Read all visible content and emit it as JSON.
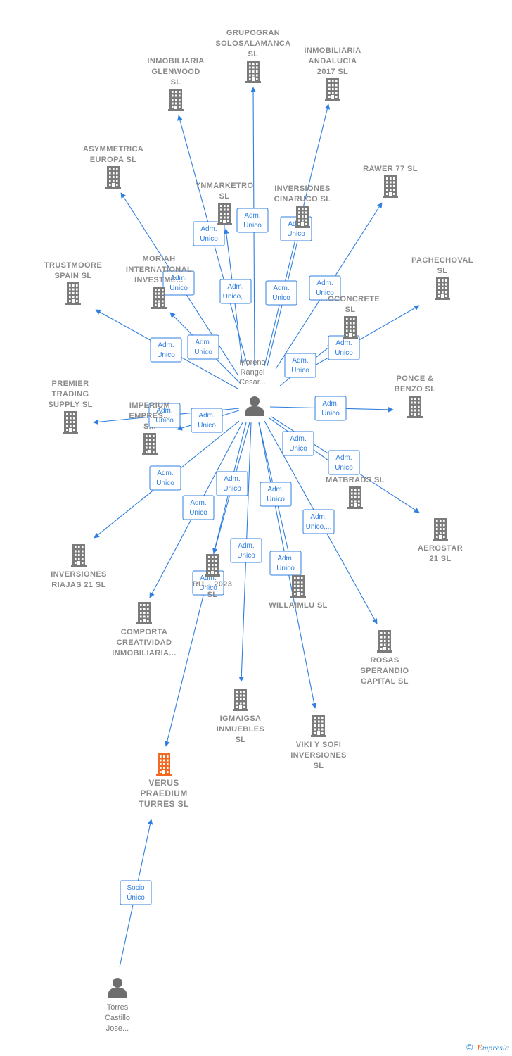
{
  "colors": {
    "edge": "#2f7fe0",
    "company": "#7b7b7b",
    "focus": "#f26a21",
    "person": "#6e6e6e",
    "label": "#8a8a8a"
  },
  "center": {
    "id": "moreno",
    "label_lines": [
      "Moreno",
      "Rangel",
      "Cesar..."
    ],
    "icon": "person-icon"
  },
  "companies": [
    {
      "id": "grupogran",
      "label_lines": [
        "GRUPOGRAN",
        "SOLOSALAMANCA",
        "SL"
      ]
    },
    {
      "id": "glenwood",
      "label_lines": [
        "INMOBILIARIA",
        "GLENWOOD",
        "SL"
      ]
    },
    {
      "id": "andalucia",
      "label_lines": [
        "INMOBILIARIA",
        "ANDALUCIA",
        "2017  SL"
      ]
    },
    {
      "id": "asymmetrica",
      "label_lines": [
        "ASYMMETRICA",
        "EUROPA  SL"
      ]
    },
    {
      "id": "ynmarketro",
      "label_lines": [
        "YNMARKETRO",
        "SL"
      ]
    },
    {
      "id": "cinaruco",
      "label_lines": [
        "INVERSIONES",
        "CINARUCO  SL"
      ]
    },
    {
      "id": "rawer",
      "label_lines": [
        "RAWER 77  SL"
      ]
    },
    {
      "id": "pachechoval",
      "label_lines": [
        "PACHECHOVAL",
        "SL"
      ]
    },
    {
      "id": "trustmoore",
      "label_lines": [
        "TRUSTMOORE",
        "SPAIN  SL"
      ]
    },
    {
      "id": "moriah",
      "label_lines": [
        "MORIAH",
        "INTERNATIONAL",
        "INVESTME..."
      ]
    },
    {
      "id": "coconcrete",
      "label_lines": [
        "...OCONCRETE",
        "SL"
      ]
    },
    {
      "id": "premier",
      "label_lines": [
        "PREMIER",
        "TRADING",
        "SUPPLY  SL"
      ]
    },
    {
      "id": "imperium",
      "label_lines": [
        "IMPERIUM",
        "EMPRES...",
        "S..."
      ]
    },
    {
      "id": "ponce",
      "label_lines": [
        "PONCE &",
        "BENZO  SL"
      ]
    },
    {
      "id": "matbrads",
      "label_lines": [
        "MATBRADS  SL"
      ]
    },
    {
      "id": "aerostar",
      "label_lines": [
        "AEROSTAR",
        "21  SL"
      ]
    },
    {
      "id": "riajas",
      "label_lines": [
        "INVERSIONES",
        "RIAJAS 21  SL"
      ]
    },
    {
      "id": "comporta",
      "label_lines": [
        "COMPORTA",
        "CREATIVIDAD",
        "INMOBILIARIA..."
      ]
    },
    {
      "id": "ru2023",
      "label_lines": [
        "RU...   2023",
        "SL"
      ]
    },
    {
      "id": "willaimlu",
      "label_lines": [
        "WILLAIMLU  SL"
      ]
    },
    {
      "id": "rosas",
      "label_lines": [
        "ROSAS",
        "SPERANDIO",
        "CAPITAL  SL"
      ]
    },
    {
      "id": "igmaigsa",
      "label_lines": [
        "IGMAIGSA",
        "INMUEBLES",
        "SL"
      ]
    },
    {
      "id": "viki",
      "label_lines": [
        "VIKI Y SOFI",
        "INVERSIONES",
        "SL"
      ]
    },
    {
      "id": "verus",
      "label_lines": [
        "VERUS",
        "PRAEDIUM",
        "TURRES  SL"
      ],
      "focus": true
    }
  ],
  "persons": [
    {
      "id": "torres",
      "label_lines": [
        "Torres",
        "Castillo",
        "Jose..."
      ]
    }
  ],
  "edges": [
    {
      "from": "moreno",
      "to": "grupogran",
      "label_lines": [
        "Adm.",
        "Unico"
      ]
    },
    {
      "from": "moreno",
      "to": "glenwood",
      "label_lines": [
        "Adm.",
        "Unico,..."
      ]
    },
    {
      "from": "moreno",
      "to": "andalucia",
      "label_lines": [
        "Adm.",
        "Unico"
      ]
    },
    {
      "from": "moreno",
      "to": "asymmetrica",
      "label_lines": [
        "Adm.",
        "Unico"
      ]
    },
    {
      "from": "moreno",
      "to": "ynmarketro",
      "label_lines": [
        "Adm.",
        "Unico"
      ]
    },
    {
      "from": "moreno",
      "to": "cinaruco",
      "label_lines": [
        "Adm.",
        "Unico"
      ]
    },
    {
      "from": "moreno",
      "to": "rawer",
      "label_lines": [
        "Adm.",
        "Unico"
      ]
    },
    {
      "from": "moreno",
      "to": "pachechoval",
      "label_lines": [
        "Adm.",
        "Unico"
      ]
    },
    {
      "from": "moreno",
      "to": "trustmoore",
      "label_lines": [
        "Adm.",
        "Unico"
      ]
    },
    {
      "from": "moreno",
      "to": "moriah",
      "label_lines": [
        "Adm.",
        "Unico"
      ]
    },
    {
      "from": "moreno",
      "to": "coconcrete",
      "label_lines": [
        "Adm.",
        "Unico"
      ]
    },
    {
      "from": "moreno",
      "to": "premier",
      "label_lines": [
        "Adm.",
        "Unico"
      ]
    },
    {
      "from": "moreno",
      "to": "imperium",
      "label_lines": [
        "Adm.",
        "Unico"
      ]
    },
    {
      "from": "moreno",
      "to": "ponce",
      "label_lines": [
        "Adm.",
        "Unico"
      ]
    },
    {
      "from": "moreno",
      "to": "matbrads",
      "label_lines": [
        "Adm.",
        "Unico"
      ]
    },
    {
      "from": "moreno",
      "to": "aerostar",
      "label_lines": [
        "Adm.",
        "Unico"
      ]
    },
    {
      "from": "moreno",
      "to": "riajas",
      "label_lines": [
        "Adm.",
        "Unico"
      ]
    },
    {
      "from": "moreno",
      "to": "comporta",
      "label_lines": [
        "Adm.",
        "Unico"
      ]
    },
    {
      "from": "moreno",
      "to": "ru2023",
      "label_lines": [
        "Adm.",
        "Unico"
      ]
    },
    {
      "from": "moreno",
      "to": "willaimlu",
      "label_lines": [
        "Adm.",
        "Unico"
      ]
    },
    {
      "from": "moreno",
      "to": "rosas",
      "label_lines": [
        "Adm.",
        "Unico,..."
      ]
    },
    {
      "from": "moreno",
      "to": "igmaigsa",
      "label_lines": [
        "Adm.",
        "Unico"
      ]
    },
    {
      "from": "moreno",
      "to": "viki",
      "label_lines": [
        "Adm.",
        "Unico"
      ]
    },
    {
      "from": "moreno",
      "to": "verus",
      "label_lines": [
        "Adm.",
        "Unico"
      ]
    },
    {
      "from": "torres",
      "to": "verus",
      "label_lines": [
        "Socio",
        "Único"
      ]
    }
  ],
  "branding": {
    "copyright": "©",
    "brand_first": "E",
    "brand_rest": "mpresia"
  }
}
